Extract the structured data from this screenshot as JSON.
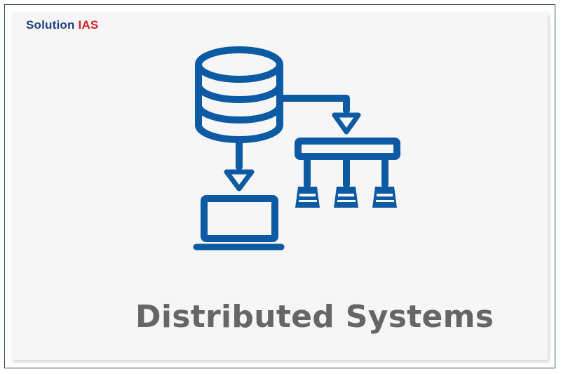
{
  "logo": {
    "part1": "Solution",
    "part2": "IAS"
  },
  "caption": "Distributed Systems",
  "colors": {
    "icon_blue": "#0d5aa4",
    "caption_gray": "#666666",
    "logo_blue": "#1f3f86",
    "logo_red": "#d4222a",
    "card_bg": "#f6f6f6"
  },
  "icons": [
    "database-icon",
    "laptop-icon",
    "network-hub-icon"
  ]
}
